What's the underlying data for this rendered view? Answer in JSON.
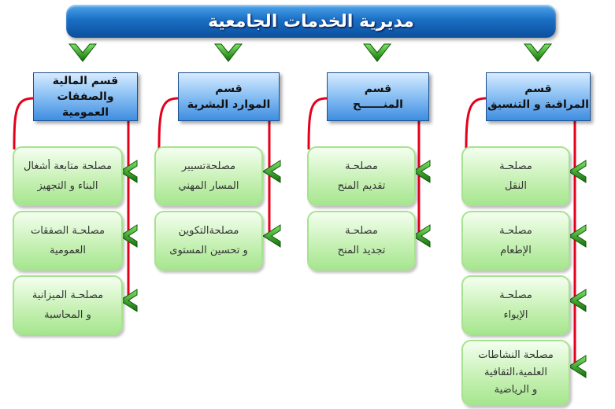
{
  "title": "مديرية الخدمات الجامعية",
  "departments": [
    {
      "label": "قسم\nالمراقبة و التنسيق",
      "units": [
        "مصلحـة\nالنقل",
        "مصلحـة\nالإطعام",
        "مصلحـة\nالإيواء",
        "مصلحة النشاطات\nالعلمية،الثقافية\nو الرياضية"
      ]
    },
    {
      "label": "قسم\nالمنــــــح",
      "units": [
        "مصلحـة\nتقديم المنح",
        "مصلحـة\nتجديد المنح"
      ]
    },
    {
      "label": "قسم\nالموارد البشرية",
      "units": [
        "مصلحةتسيير\nالمسار المهني",
        "مصلحةالتكوين\nو تحسين المستوى"
      ]
    },
    {
      "label": "قسم المالية\nوالصفقات العمومية",
      "units": [
        "مصلحة متابعة أشغال\nالبناء و التجهيز",
        "مصلحـة الصفقات\nالعمومية",
        "مصلحـة الميزانية\nو المحاسبة"
      ]
    }
  ],
  "colors": {
    "title_bar": "#1a6fc4",
    "department_box": "#8fc3f5",
    "unit_box": "#c8f1b6",
    "connector_line": "#e3001b",
    "arrow": "#1f9e12"
  }
}
